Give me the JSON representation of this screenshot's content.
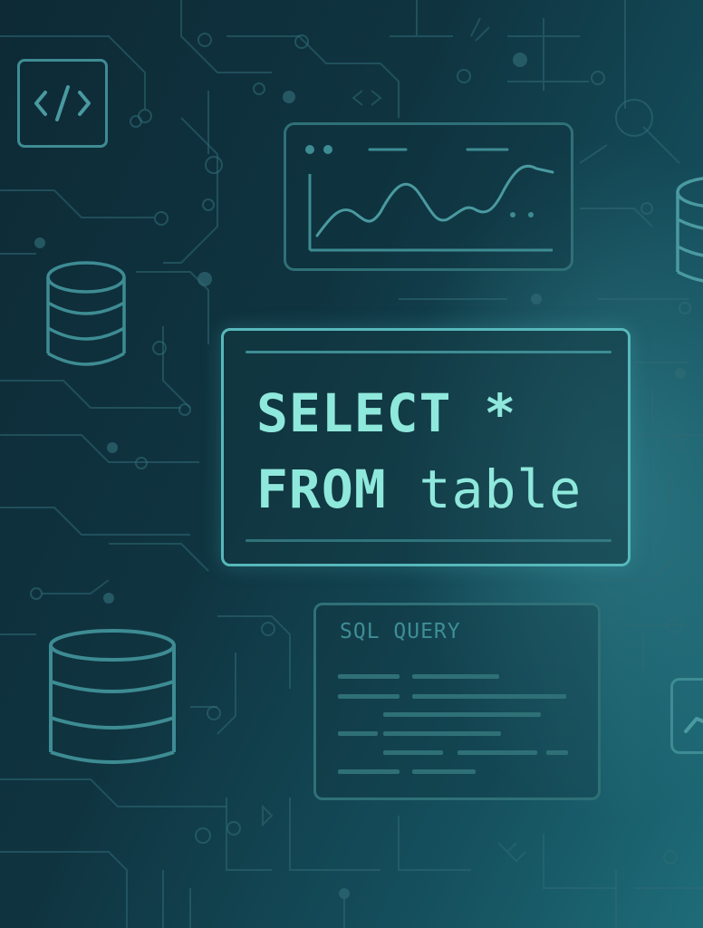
{
  "main_panel": {
    "line1": "SELECT *",
    "line2_keyword": "FROM",
    "line2_table": "table"
  },
  "query_panel": {
    "title": "SQL QUERY"
  },
  "icons": [
    "code-brackets-icon",
    "database-icon",
    "line-chart-icon",
    "chart-icon"
  ],
  "colors": {
    "background_dark": "#0d2a36",
    "background_light": "#1e6c78",
    "accent": "#57b8bb",
    "sql_text": "#8fe8dc",
    "circuit": "#2f6a74"
  }
}
